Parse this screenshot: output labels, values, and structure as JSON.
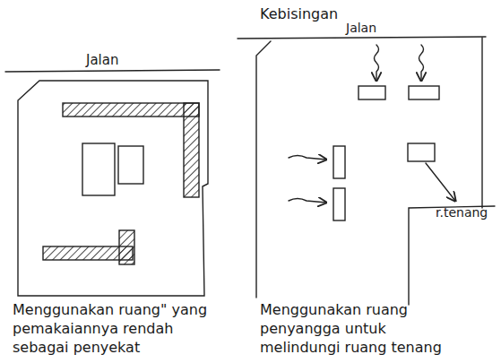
{
  "diagram": {
    "labels": [
      "Jalan",
      "Menggunakan ruang\" yang pemakaiannya rendah sebagai penyekat",
      "Kebisingan",
      "Jalan",
      "r.tenang",
      "Menggunakan ruang penyangga untuk melindungi ruang tenang"
    ]
  }
}
